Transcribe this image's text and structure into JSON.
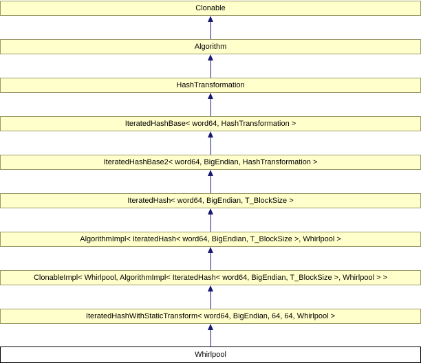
{
  "diagram": {
    "type": "inheritance-diagram",
    "nodes": [
      {
        "label": "Clonable",
        "current": false
      },
      {
        "label": "Algorithm",
        "current": false
      },
      {
        "label": "HashTransformation",
        "current": false
      },
      {
        "label": "IteratedHashBase< word64, HashTransformation >",
        "current": false
      },
      {
        "label": "IteratedHashBase2< word64, BigEndian, HashTransformation >",
        "current": false
      },
      {
        "label": "IteratedHash< word64, BigEndian, T_BlockSize >",
        "current": false
      },
      {
        "label": "AlgorithmImpl< IteratedHash< word64, BigEndian, T_BlockSize >, Whirlpool >",
        "current": false
      },
      {
        "label": "ClonableImpl< Whirlpool, AlgorithmImpl< IteratedHash< word64, BigEndian, T_BlockSize >, Whirlpool > >",
        "current": false
      },
      {
        "label": "IteratedHashWithStaticTransform< word64, BigEndian, 64, 64, Whirlpool >",
        "current": false
      },
      {
        "label": "Whirlpool",
        "current": true
      }
    ],
    "colors": {
      "node_fill": "#FFFFCC",
      "node_border": "#999966",
      "current_fill": "#FFFFFF",
      "current_border": "#000000",
      "arrow": "#191970",
      "text": "#000000"
    }
  }
}
